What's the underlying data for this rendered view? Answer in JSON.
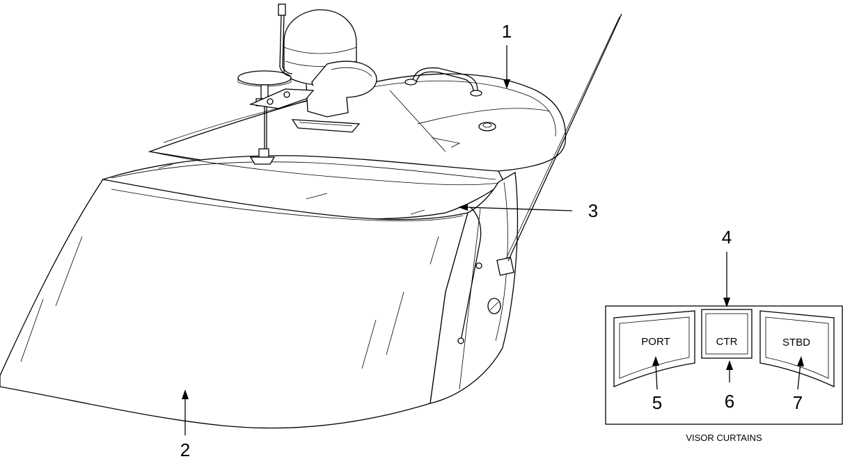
{
  "callouts": {
    "c1": "1",
    "c2": "2",
    "c3": "3",
    "c4": "4",
    "c5": "5",
    "c6": "6",
    "c7": "7"
  },
  "visor_panel": {
    "port_label": "PORT",
    "ctr_label": "CTR",
    "stbd_label": "STBD",
    "caption": "VISOR CURTAINS"
  },
  "colors": {
    "line": "#000000",
    "background": "#ffffff"
  }
}
